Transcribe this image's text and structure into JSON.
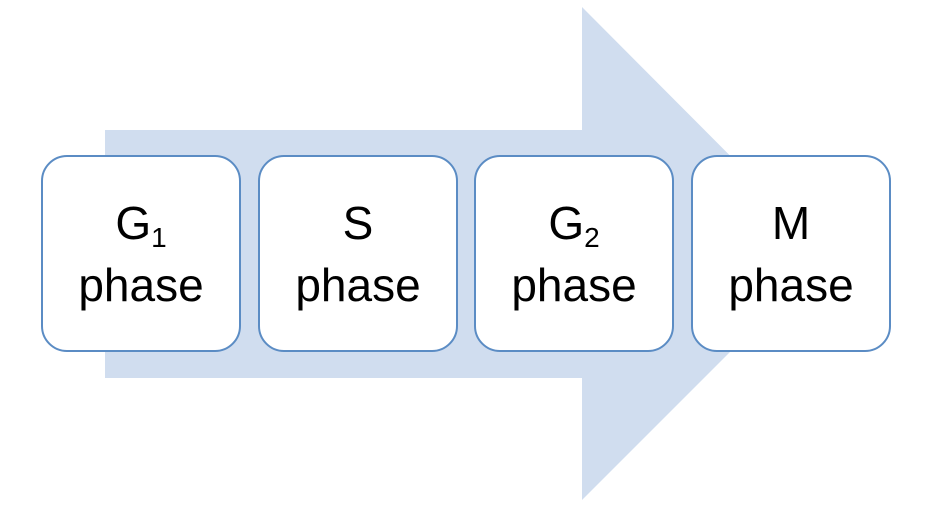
{
  "colors": {
    "arrow_fill": "#d0ddef",
    "box_border": "#5b8cc4",
    "box_fill": "#ffffff",
    "text": "#000000"
  },
  "phases": [
    {
      "letter": "G",
      "subscript": "1",
      "word": "phase"
    },
    {
      "letter": "S",
      "subscript": "",
      "word": "phase"
    },
    {
      "letter": "G",
      "subscript": "2",
      "word": "phase"
    },
    {
      "letter": "M",
      "subscript": "",
      "word": "phase"
    }
  ]
}
